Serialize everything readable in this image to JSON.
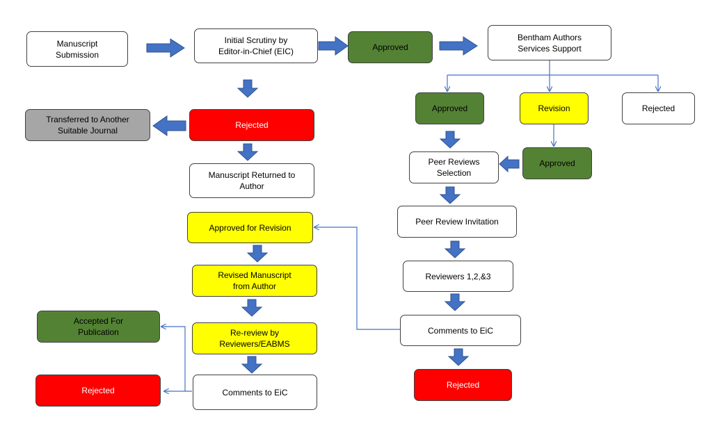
{
  "nodes": {
    "manuscript_submission": "Manuscript\nSubmission",
    "initial_scrutiny": "Initial Scrutiny by\nEditor-in-Chief  (EIC)",
    "approved_top": "Approved",
    "bentham_support": "Bentham Authors\nServices Support",
    "rejected_main": "Rejected",
    "transferred": "Transferred  to Another\nSuitable Journal",
    "returned_to_author": "Manuscript Returned to\nAuthor",
    "approved_for_revision": "Approved  for Revision",
    "revised_manuscript": "Revised  Manuscript\nfrom Author",
    "rereview": "Re-review  by\nReviewers/EABMS",
    "comments_left": "Comments to EiC",
    "accepted_publication": "Accepted For\nPublication",
    "rejected_bottom_left": "Rejected",
    "approved_right": "Approved",
    "revision_right": "Revision",
    "rejected_right_top": "Rejected",
    "approved_after_revision": "Approved",
    "peer_reviews_selection": "Peer Reviews\nSelection",
    "peer_review_invitation": "Peer Review  Invitation",
    "reviewers": "Reviewers  1,2,&3",
    "comments_right": "Comments to EiC",
    "rejected_final": "Rejected"
  },
  "colors": {
    "green": "#548235",
    "red": "#ff0000",
    "yellow": "#ffff00",
    "gray": "#a6a6a6",
    "arrow_blue": "#4472c4"
  }
}
